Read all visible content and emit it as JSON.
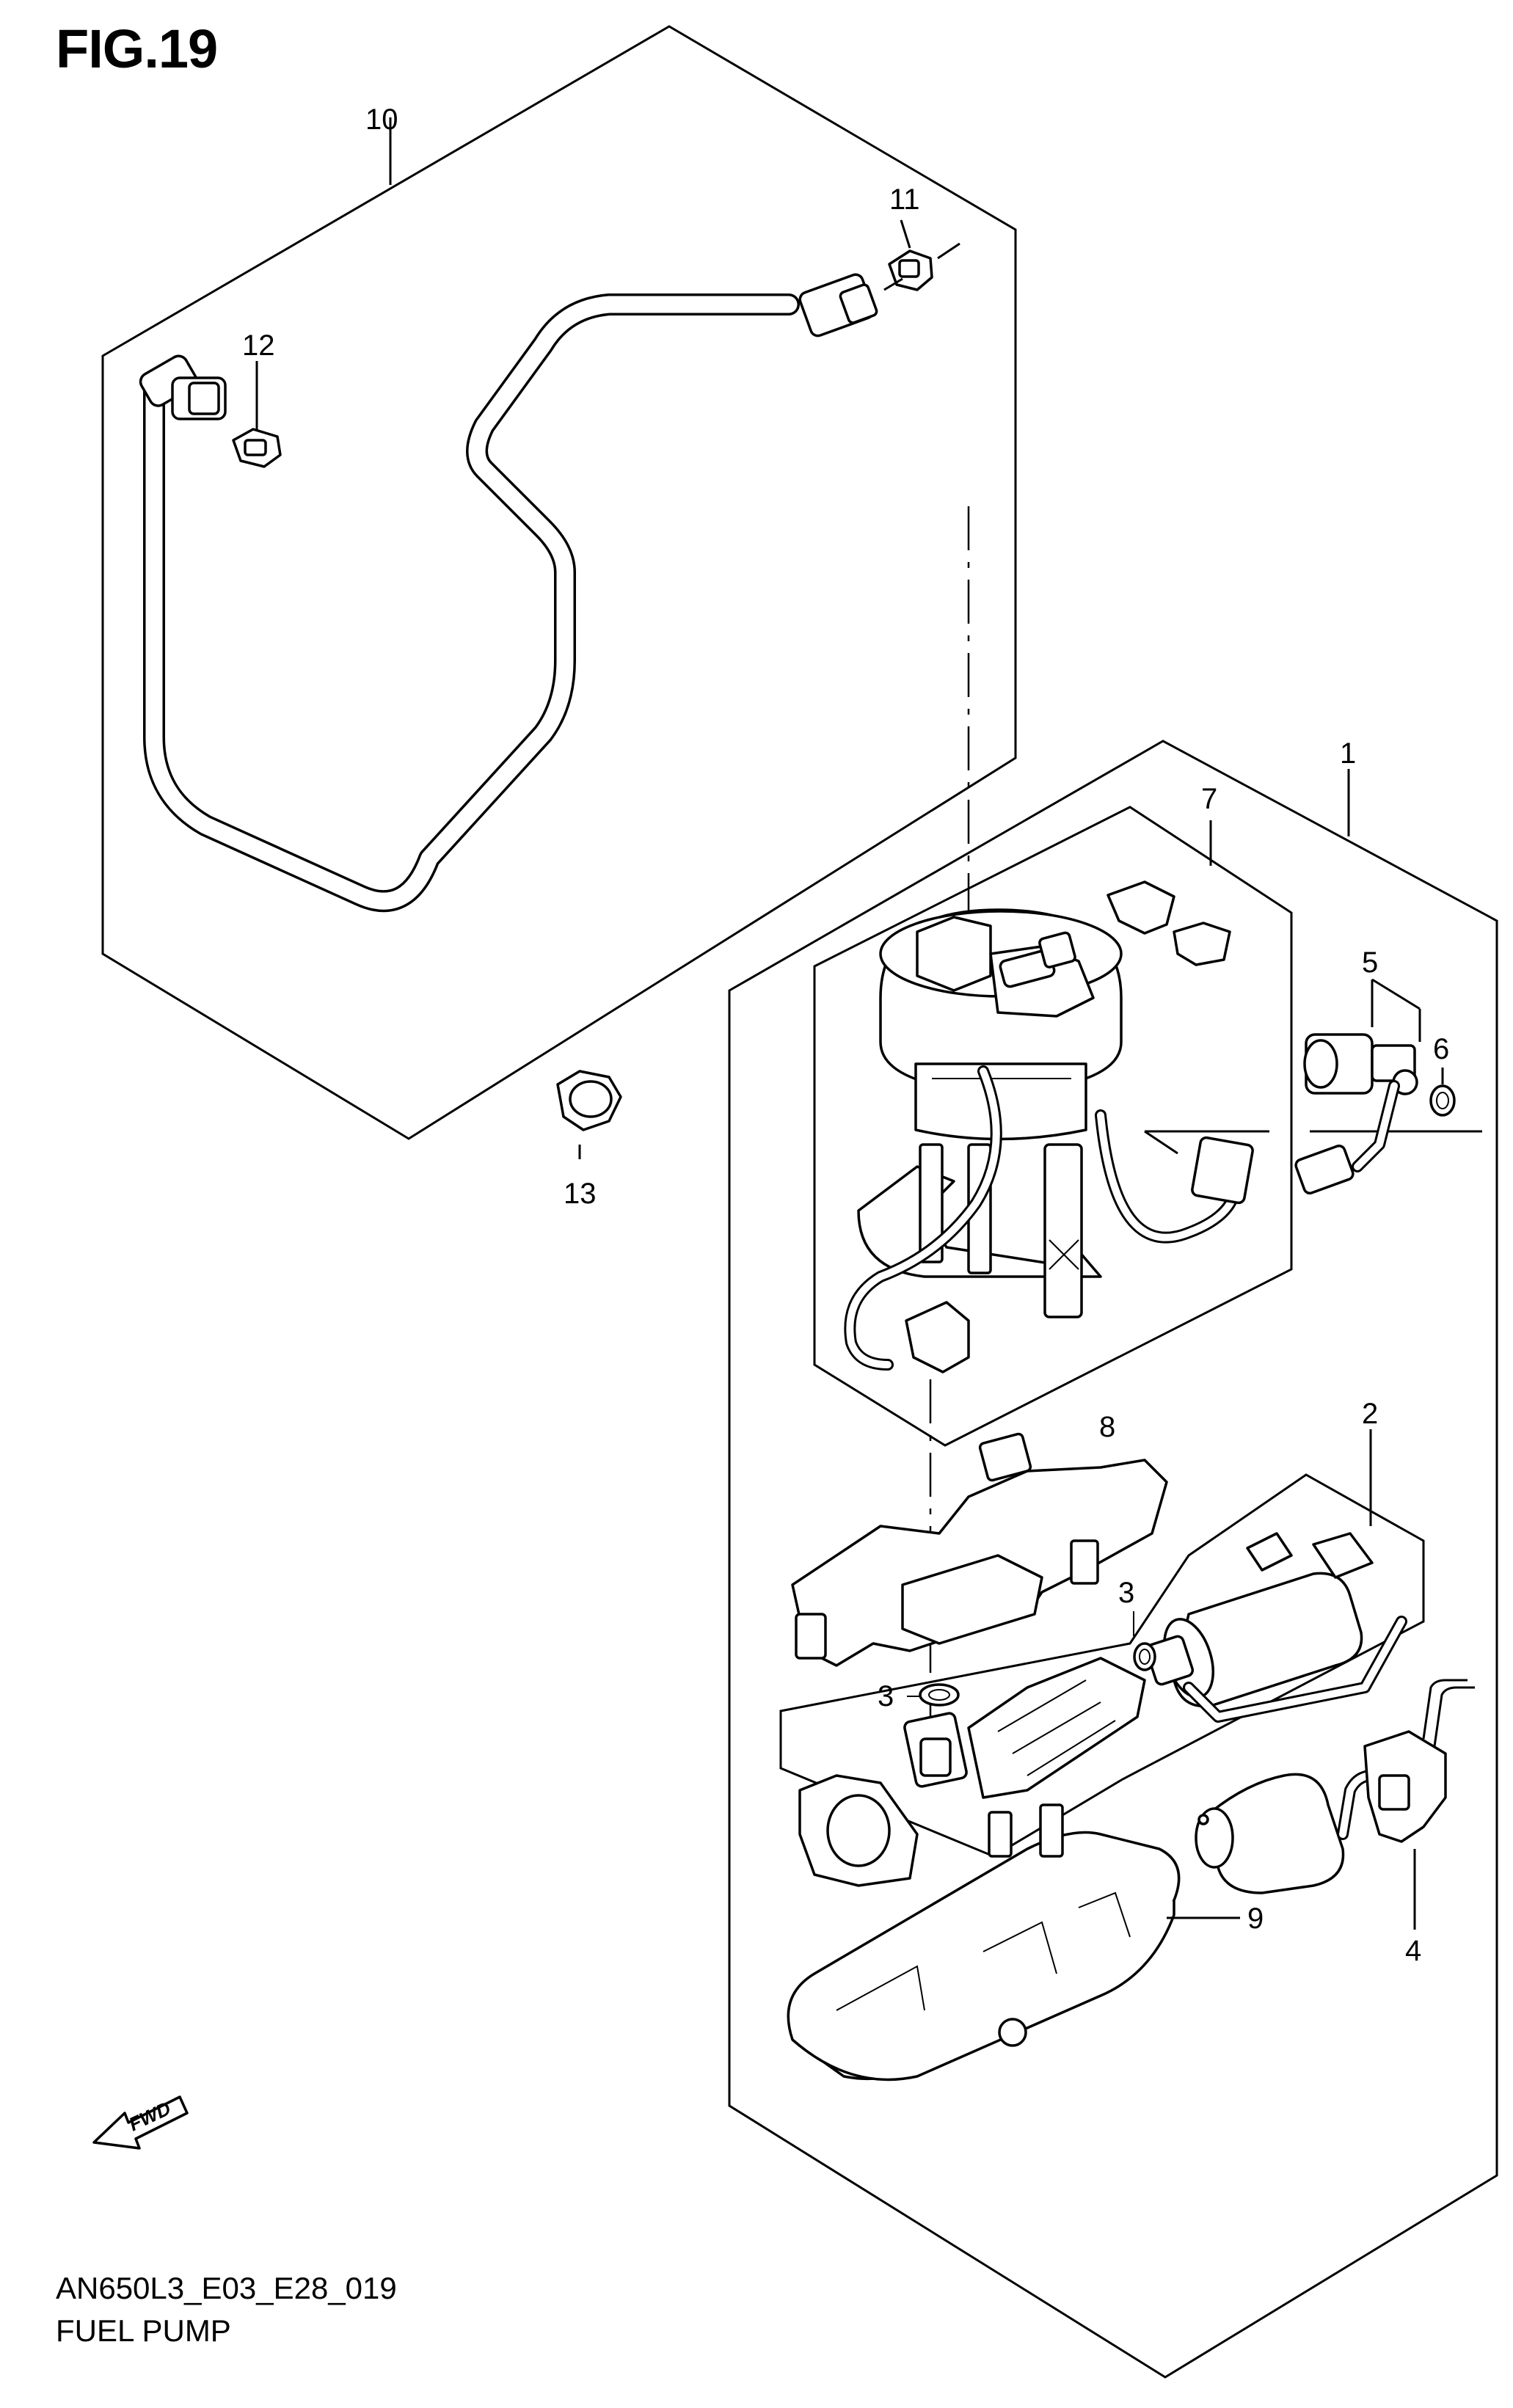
{
  "figure": {
    "title": "FIG.19",
    "code": "AN650L3_E03_E28_019",
    "name": "FUEL PUMP"
  },
  "fwd_label": "FWD",
  "callouts": [
    {
      "id": "1",
      "label": "1"
    },
    {
      "id": "2",
      "label": "2"
    },
    {
      "id": "3a",
      "label": "3"
    },
    {
      "id": "3b",
      "label": "3"
    },
    {
      "id": "4",
      "label": "4"
    },
    {
      "id": "5",
      "label": "5"
    },
    {
      "id": "6",
      "label": "6"
    },
    {
      "id": "7",
      "label": "7"
    },
    {
      "id": "8",
      "label": "8"
    },
    {
      "id": "9",
      "label": "9"
    },
    {
      "id": "10",
      "label": "10"
    },
    {
      "id": "11",
      "label": "11"
    },
    {
      "id": "12",
      "label": "12"
    },
    {
      "id": "13",
      "label": "13"
    }
  ]
}
